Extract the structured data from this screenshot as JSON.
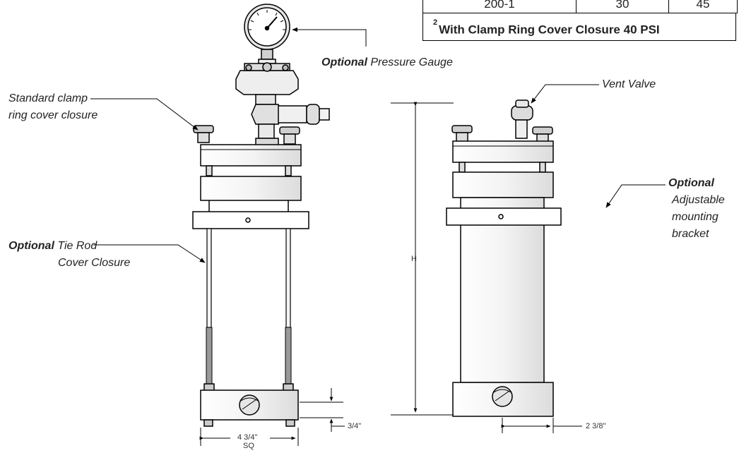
{
  "table": {
    "row_values": [
      "200-1",
      "30",
      "45"
    ],
    "footnote_mark": "2",
    "footnote_text": "With Clamp Ring Cover Closure 40 PSI"
  },
  "labels": {
    "gauge_bold": "Optional",
    "gauge_rest": " Pressure Gauge",
    "clamp_line1": "Standard clamp",
    "clamp_line2": "ring cover closure",
    "tierod_bold": "Optional",
    "tierod_rest": " Tie Rod",
    "tierod_line2": "Cover Closure",
    "vent": "Vent Valve",
    "bracket_bold": "Optional",
    "bracket_line2": "Adjustable",
    "bracket_line3": "mounting",
    "bracket_line4": "bracket"
  },
  "dimensions": {
    "height": "H",
    "port_offset": "3/4\"",
    "square_line1": "4 3/4\"",
    "square_line2": "SQ",
    "port_center": "2 3/8\""
  }
}
